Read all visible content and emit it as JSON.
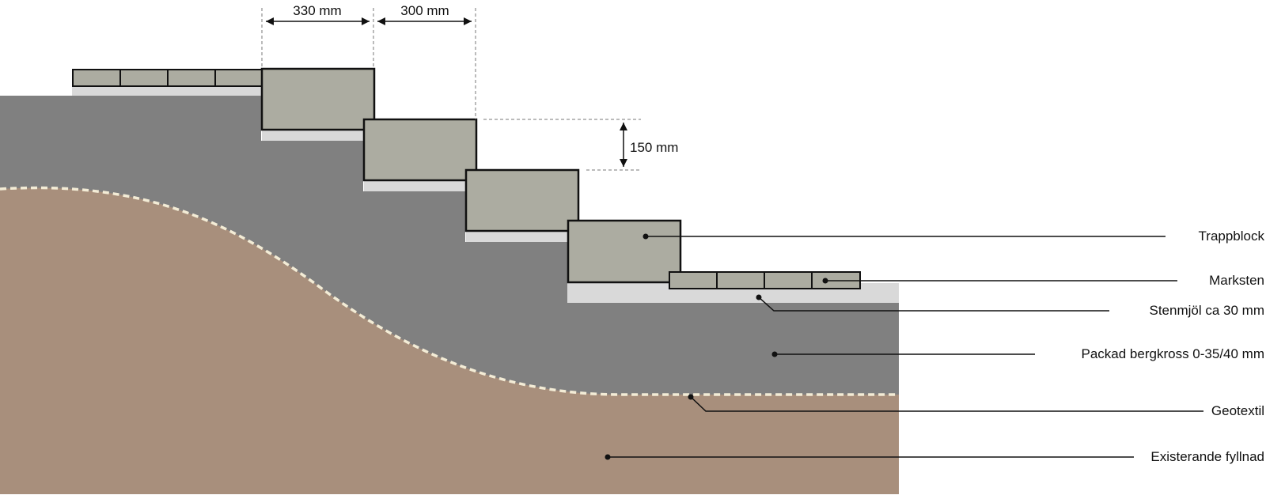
{
  "colors": {
    "background": "#ffffff",
    "bergkross": "#808080",
    "fyllnad": "#a88f7c",
    "stenmjol": "#d9d9d9",
    "block": "#acaca1",
    "outline": "#111111",
    "geotextil": "#f3ecd6"
  },
  "dimensions": {
    "tread_first": "330 mm",
    "tread_second": "300 mm",
    "riser": "150 mm"
  },
  "labels": {
    "trappblock": "Trappblock",
    "marksten": "Marksten",
    "stenmjol": "Stenmjöl ca 30 mm",
    "bergkross": "Packad bergkross 0-35/40 mm",
    "geotextil": "Geotextil",
    "fyllnad": "Existerande fyllnad"
  }
}
